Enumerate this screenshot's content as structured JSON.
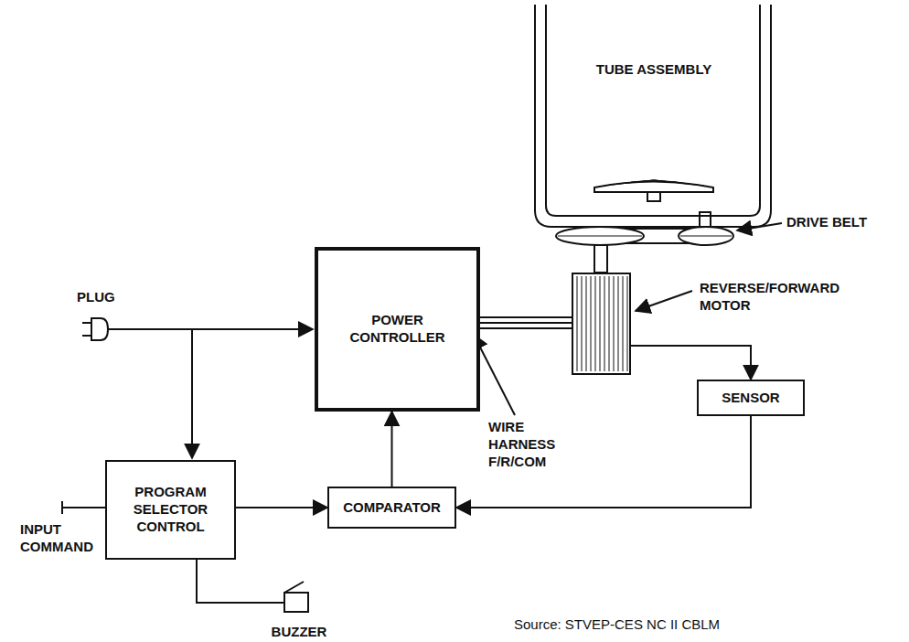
{
  "diagram": {
    "caption": "Source: STVEP-CES NC II CBLM",
    "nodes": [
      {
        "text": [
          "TUBE ASSEMBLY"
        ]
      },
      {
        "text": [
          "POWER CONTROLLER"
        ]
      },
      {
        "text": [
          "REVERSE/FORWARD MOTOR"
        ]
      },
      {
        "text": [
          "SENSOR"
        ]
      },
      {
        "text": [
          "PROGRAM SELECTOR CONTROL"
        ]
      },
      {
        "text": [
          "COMPARATOR"
        ]
      },
      {
        "text": [
          "BUZZER"
        ]
      }
    ],
    "edges": [
      {
        "from": 1,
        "to": 2,
        "arrow": "none"
      },
      {
        "from": 2,
        "to": 3,
        "arrow": "to"
      },
      {
        "from": 3,
        "to": 5,
        "arrow": "to"
      },
      {
        "from": 4,
        "to": 5,
        "arrow": "to"
      },
      {
        "from": 5,
        "to": 1,
        "arrow": "to"
      },
      {
        "from": 4,
        "to": 6,
        "arrow": "none"
      }
    ],
    "labels": [
      "DRIVE BELT",
      "PLUG",
      "INPUT COMMAND",
      "WIRE HARNESS F/R/COM"
    ]
  }
}
